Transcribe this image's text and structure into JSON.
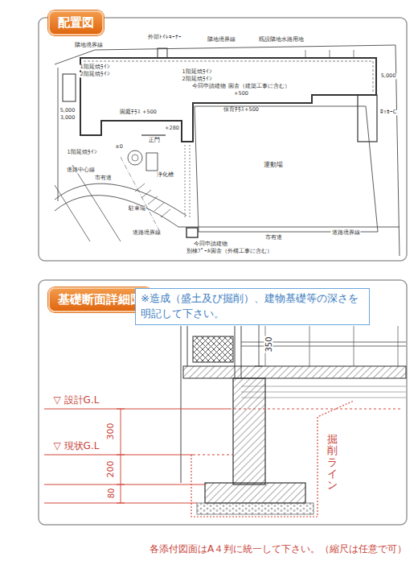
{
  "diagram": {
    "nodes": [
      {
        "text": [
          "配置図"
        ]
      },
      {
        "text": [
          "基礎断面詳細図"
        ]
      },
      {
        "text": [
          "※造成（盛土及び掘削）、建物基礎等の深さを明記して下さい。"
        ]
      }
    ],
    "labels": [
      "隣地境界線",
      "外部ﾄｲﾚｺｰﾅｰ",
      "隣地境界線",
      "既設隣地水路用地",
      "1階延焼ﾗｲﾝ",
      "2階延焼ﾗｲﾝ",
      "今回申請建物 園舎（建築工事に含む）",
      "+500",
      "1階延焼ﾗｲﾝ",
      "2階延焼ﾗｲﾝ",
      "5,000",
      "3,000",
      "園庭ﾃﾗｽ +500",
      "保育ﾃﾗｽ+500",
      "5,000",
      "ﾛｯｶｰC",
      "+280",
      "正門",
      "±0",
      "1階延焼ﾗｲﾝ",
      "道路中心線",
      "市有道",
      "浄化槽",
      "駐車場",
      "運動場",
      "道路境界線",
      "道路境界線",
      "市有道",
      "今回申請建物",
      "別棟ﾌﾟｰﾙ園舎（外構工事に含む）",
      "▽ 設計G.L",
      "▽ 現状G.L",
      "300",
      "200",
      "80",
      "350",
      "掘削ライン",
      "各添付図面はA４判に統一して下さい。（縮尺は任意で可）"
    ]
  }
}
